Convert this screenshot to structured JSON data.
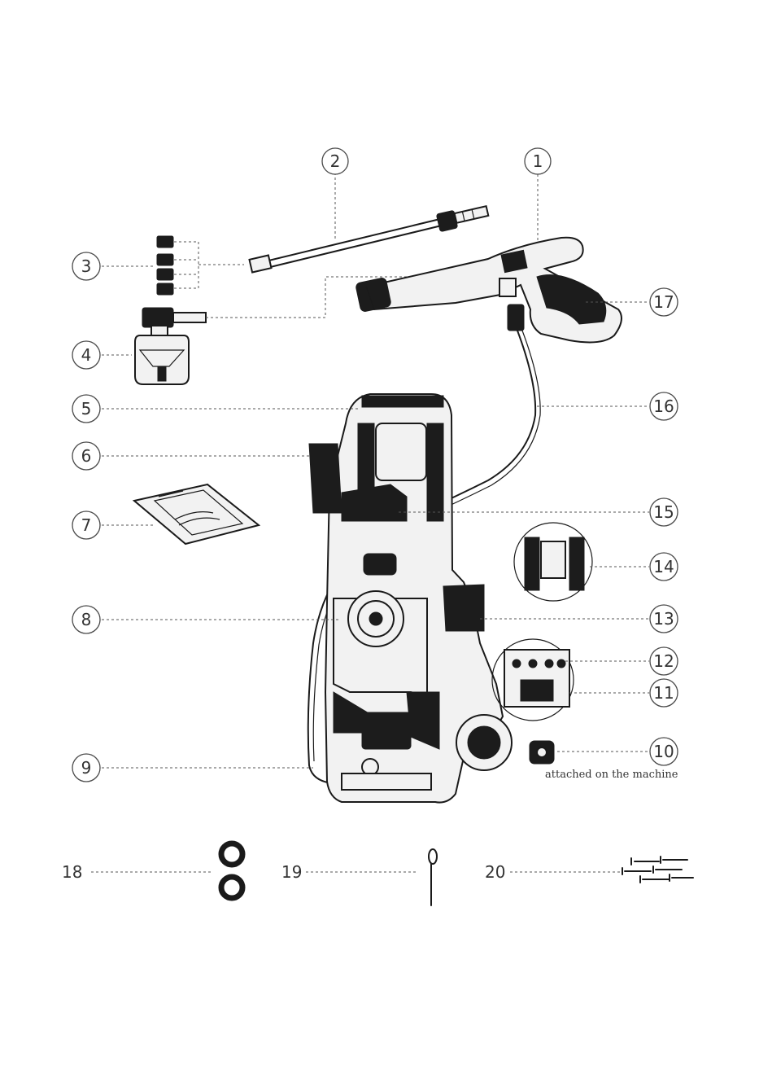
{
  "callouts": [
    "1",
    "2",
    "3",
    "4",
    "5",
    "6",
    "7",
    "8",
    "9",
    "10",
    "11",
    "12",
    "13",
    "14",
    "15",
    "16",
    "17"
  ],
  "accessories": [
    "18",
    "19",
    "20"
  ],
  "note": "attached on the machine",
  "colors": {
    "line": "#1a1a1a",
    "leader": "#555555",
    "background": "#ffffff"
  }
}
